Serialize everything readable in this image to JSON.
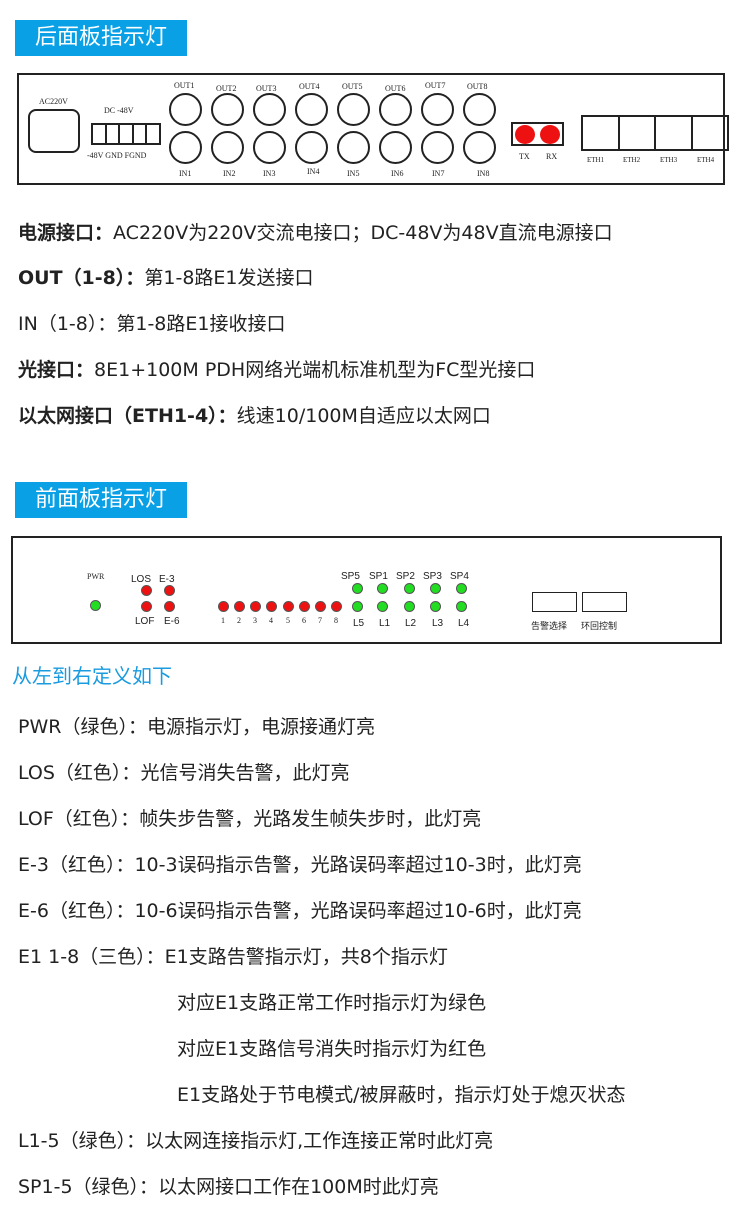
{
  "rear": {
    "title": "后面板指示灯",
    "ac_label": "AC220V",
    "dc_label": "DC -48V",
    "dc_terms": "-48V GND FGND",
    "out_labels": [
      "OUT1",
      "OUT2",
      "OUT3",
      "OUT4",
      "OUT5",
      "OUT6",
      "OUT7",
      "OUT8"
    ],
    "in_labels": [
      "IN1",
      "IN2",
      "IN3",
      "IN4",
      "IN5",
      "IN6",
      "IN7",
      "IN8"
    ],
    "tx": "TX",
    "rx": "RX",
    "eth_labels": [
      "ETH1",
      "ETH2",
      "ETH3",
      "ETH4"
    ],
    "desc": [
      {
        "label": "电源接口：",
        "text": "AC220V为220V交流电接口；DC-48V为48V直流电源接口"
      },
      {
        "label": "OUT（1-8）：",
        "text": "第1-8路E1发送接口"
      },
      {
        "label": "IN（1-8）：",
        "text": "第1-8路E1接收接口"
      },
      {
        "label": "光接口：",
        "text": "8E1+100M PDH网络光端机标准机型为FC型光接口"
      },
      {
        "label": "以太网接口（ETH1-4）：",
        "text": "线速10/100M自适应以太网口"
      }
    ]
  },
  "front": {
    "title": "前面板指示灯",
    "pwr": "PWR",
    "los": "LOS",
    "e3": "E-3",
    "lof": "LOF",
    "e6": "E-6",
    "e1_nums": [
      "1",
      "2",
      "3",
      "4",
      "5",
      "6",
      "7",
      "8"
    ],
    "sp_labels": [
      "SP5",
      "SP1",
      "SP2",
      "SP3",
      "SP4"
    ],
    "l_labels": [
      "L5",
      "L1",
      "L2",
      "L3",
      "L4"
    ],
    "btn1": "告警选择",
    "btn2": "环回控制",
    "subtitle": "从左到右定义如下",
    "desc": [
      {
        "label": "PWR（绿色）：",
        "text": "电源指示灯，电源接通灯亮"
      },
      {
        "label": "LOS（红色）：",
        "text": "光信号消失告警，此灯亮"
      },
      {
        "label": "LOF（红色）：",
        "text": "帧失步告警，光路发生帧失步时，此灯亮"
      },
      {
        "label": "E-3（红色）：",
        "text": "10-3误码指示告警，光路误码率超过10-3时，此灯亮"
      },
      {
        "label": "E-6（红色）：",
        "text": "10-6误码指示告警，光路误码率超过10-6时，此灯亮"
      },
      {
        "label": "E1 1-8（三色）：",
        "text": "E1支路告警指示灯，共8个指示灯"
      },
      {
        "label": "",
        "text": "对应E1支路正常工作时指示灯为绿色"
      },
      {
        "label": "",
        "text": "对应E1支路信号消失时指示灯为红色"
      },
      {
        "label": "",
        "text": "E1支路处于节电模式/被屏蔽时，指示灯处于熄灭状态"
      },
      {
        "label": "L1-5（绿色）：",
        "text": "以太网连接指示灯,工作连接正常时此灯亮"
      },
      {
        "label": "SP1-5（绿色）：",
        "text": "以太网接口工作在100M时此灯亮"
      }
    ]
  }
}
